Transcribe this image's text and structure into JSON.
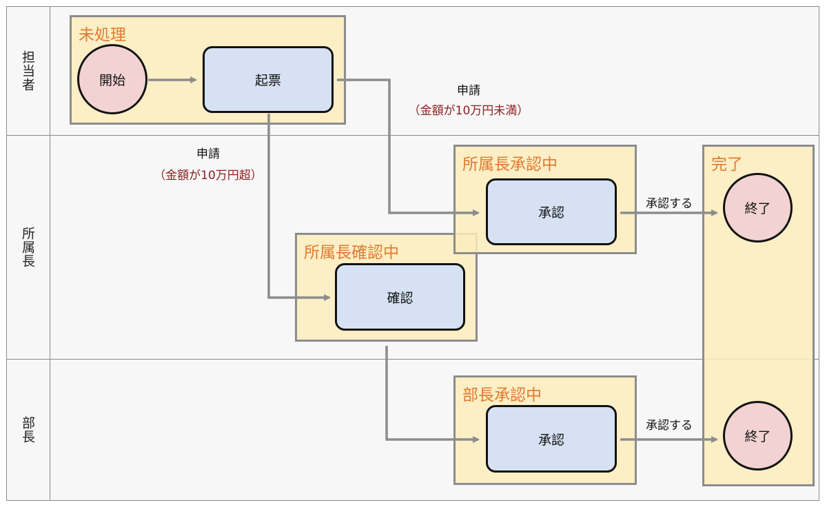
{
  "lanes": {
    "tantousha": "担当者",
    "shozokuchou": "所属長",
    "buchou": "部長"
  },
  "states": {
    "mishori": "未処理",
    "shozokuchou_shouninchuu": "所属長承認中",
    "shozokuchou_kakuninchuu": "所属長確認中",
    "buchou_shouninchuu": "部長承認中",
    "kanryou": "完了"
  },
  "nodes": {
    "start": "開始",
    "kihyou": "起票",
    "shounin_shozoku": "承認",
    "kakunin": "確認",
    "shounin_bu": "承認",
    "end_1": "終了",
    "end_2": "終了"
  },
  "edge_labels": {
    "apply_under": {
      "action": "申請",
      "condition": "（金額が10万円未満）"
    },
    "apply_over": {
      "action": "申請",
      "condition": "（金額が10万円超）"
    },
    "approve_1": "承認する",
    "approve_2": "承認する"
  },
  "colors": {
    "state_fill": "#fdecbc",
    "state_border": "#8c8c8c",
    "state_title": "#e07b2e",
    "task_fill": "#d6e2f3",
    "event_fill": "#f2d2d2",
    "arrow": "#8c8c8c",
    "condition_text": "#8b1e1e"
  }
}
